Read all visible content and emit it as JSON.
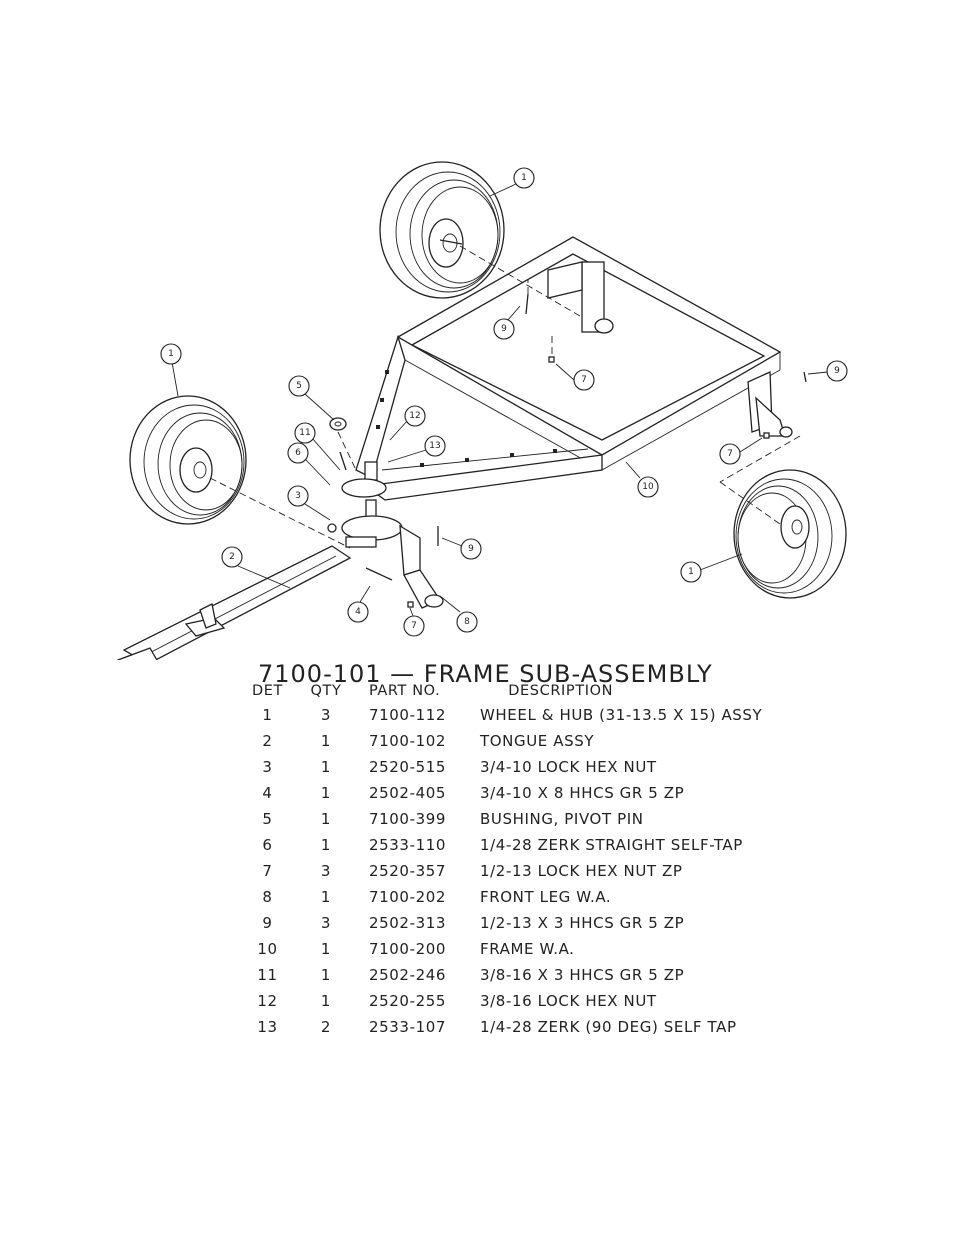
{
  "title": "7100-101 — FRAME SUB-ASSEMBLY",
  "table": {
    "headers": {
      "det": "DET",
      "qty": "QTY",
      "part": "PART NO.",
      "desc": "DESCRIPTION"
    },
    "rows": [
      {
        "det": "1",
        "qty": "3",
        "part": "7100-112",
        "desc": "WHEEL & HUB (31-13.5 X 15) ASSY"
      },
      {
        "det": "2",
        "qty": "1",
        "part": "7100-102",
        "desc": "TONGUE ASSY"
      },
      {
        "det": "3",
        "qty": "1",
        "part": "2520-515",
        "desc": "3/4-10 LOCK HEX NUT"
      },
      {
        "det": "4",
        "qty": "1",
        "part": "2502-405",
        "desc": "3/4-10 X 8 HHCS GR 5 ZP"
      },
      {
        "det": "5",
        "qty": "1",
        "part": "7100-399",
        "desc": "BUSHING, PIVOT PIN"
      },
      {
        "det": "6",
        "qty": "1",
        "part": "2533-110",
        "desc": "1/4-28 ZERK STRAIGHT SELF-TAP"
      },
      {
        "det": "7",
        "qty": "3",
        "part": "2520-357",
        "desc": "1/2-13 LOCK HEX NUT ZP"
      },
      {
        "det": "8",
        "qty": "1",
        "part": "7100-202",
        "desc": "FRONT LEG W.A."
      },
      {
        "det": "9",
        "qty": "3",
        "part": "2502-313",
        "desc": "1/2-13 X 3 HHCS GR 5 ZP"
      },
      {
        "det": "10",
        "qty": "1",
        "part": "7100-200",
        "desc": "FRAME W.A."
      },
      {
        "det": "11",
        "qty": "1",
        "part": "2502-246",
        "desc": "3/8-16 X 3 HHCS GR 5 ZP"
      },
      {
        "det": "12",
        "qty": "1",
        "part": "2520-255",
        "desc": "3/8-16 LOCK HEX NUT"
      },
      {
        "det": "13",
        "qty": "2",
        "part": "2533-107",
        "desc": "1/4-28 ZERK (90 DEG) SELF TAP"
      }
    ]
  },
  "callouts": [
    "1",
    "1",
    "1",
    "2",
    "3",
    "4",
    "5",
    "6",
    "7",
    "7",
    "7",
    "8",
    "9",
    "9",
    "9",
    "10",
    "11",
    "12",
    "13"
  ]
}
